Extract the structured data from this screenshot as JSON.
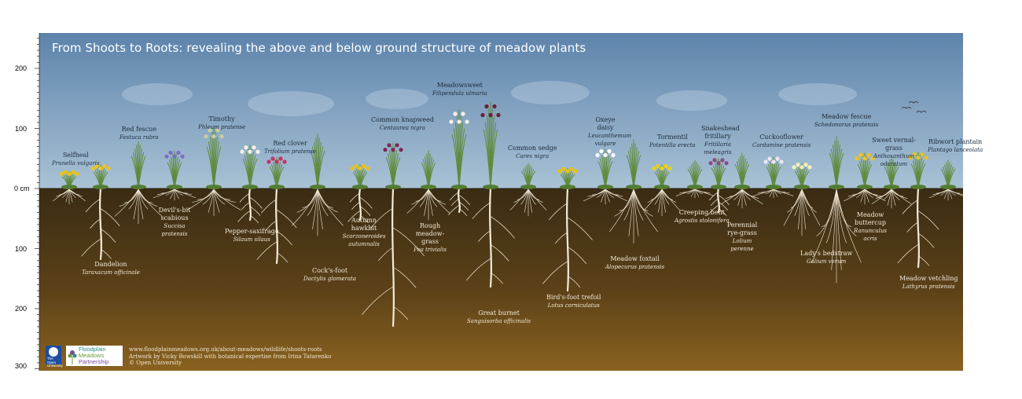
{
  "title": "From Shoots to Roots: revealing the above and below ground structure of meadow plants",
  "scale": {
    "unit_label": "0 cm",
    "ticks": [
      {
        "value": 200,
        "label": "200"
      },
      {
        "value": 100,
        "label": "100"
      },
      {
        "value": 0,
        "label": "0 cm"
      },
      {
        "value": -100,
        "label": "100"
      },
      {
        "value": -200,
        "label": "200"
      },
      {
        "value": -300,
        "label": "300"
      }
    ]
  },
  "plants": [
    {
      "name": "Selfheal",
      "latin": "Prunella vulgaris"
    },
    {
      "name": "Dandelion",
      "latin": "Taraxacum officinale"
    },
    {
      "name": "Red fescue",
      "latin": "Festuca rubra"
    },
    {
      "name": "Devil's-bit scabious",
      "latin": "Succisa pratensis"
    },
    {
      "name": "Timothy",
      "latin": "Phleum pratense"
    },
    {
      "name": "Pepper-saxifrage",
      "latin": "Silaum silaus"
    },
    {
      "name": "Red clover",
      "latin": "Trifolium pratense"
    },
    {
      "name": "Cock's-foot",
      "latin": "Dactylis glomerata"
    },
    {
      "name": "Autumn hawkbit",
      "latin": "Scorzoneroides autumnalis"
    },
    {
      "name": "Common knapweed",
      "latin": "Centaurea nigra"
    },
    {
      "name": "Rough meadow-grass",
      "latin": "Poa trivialis"
    },
    {
      "name": "Meadowsweet",
      "latin": "Filipendula ulmaria"
    },
    {
      "name": "Great burnet",
      "latin": "Sanguisorba officinalis"
    },
    {
      "name": "Common sedge",
      "latin": "Carex nigra"
    },
    {
      "name": "Bird's-foot trefoil",
      "latin": "Lotus corniculatus"
    },
    {
      "name": "Oxeye daisy",
      "latin": "Leucanthemum vulgare"
    },
    {
      "name": "Meadow foxtail",
      "latin": "Alopecurus pratensis"
    },
    {
      "name": "Tormentil",
      "latin": "Potentilla erecta"
    },
    {
      "name": "Creeping bent",
      "latin": "Agrostis stolonifera"
    },
    {
      "name": "Snakeshead fritillary",
      "latin": "Fritillaria meleagris"
    },
    {
      "name": "Perennial rye-grass",
      "latin": "Lolium perenne"
    },
    {
      "name": "Cuckooflower",
      "latin": "Cardamine pratensis"
    },
    {
      "name": "Lady's bedstraw",
      "latin": "Galium verum"
    },
    {
      "name": "Meadow fescue",
      "latin": "Schedonorus pratensis"
    },
    {
      "name": "Meadow buttercup",
      "latin": "Ranunculus acris"
    },
    {
      "name": "Sweet vernal-grass",
      "latin": "Anthoxanthum odoratum"
    },
    {
      "name": "Meadow vetchling",
      "latin": "Lathyrus pratensis"
    },
    {
      "name": "Ribwort plantain",
      "latin": "Plantago lanceolata"
    }
  ],
  "credits": {
    "url": "www.floodplainmeadows.org.uk/about-meadows/wildlife/shoots-roots",
    "artwork": "Artwork by Vicky Bowskill with botanical expertise from Irina Tatarenko",
    "copyright": "© Open University"
  },
  "logos": {
    "ou": "The Open University",
    "fmp_line1": "Floodplain",
    "fmp_line2": "Meadows",
    "fmp_line3": "Partnership"
  },
  "colors": {
    "sky_top": "#5d83ab",
    "sky_bottom": "#a9c2d5",
    "soil_top": "#3a2b14",
    "soil_bottom": "#8a6220",
    "root": "#f3ecd9",
    "foliage": "#5f8b3c",
    "title": "#ffffff"
  }
}
